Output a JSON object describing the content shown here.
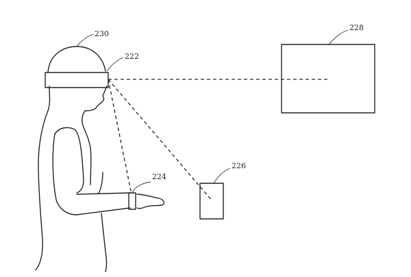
{
  "labels": {
    "head": "230",
    "headset": "222",
    "wrist_device": "224",
    "phone": "226",
    "display": "228"
  }
}
